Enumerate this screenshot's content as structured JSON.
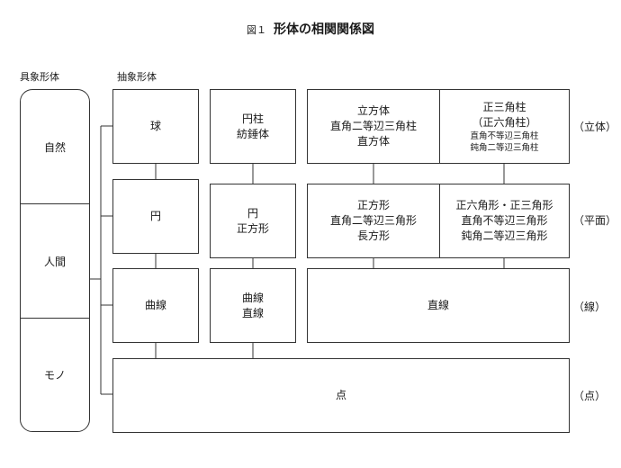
{
  "title": {
    "figure_no": "図１",
    "text": "形体の相関関係図"
  },
  "headers": {
    "concrete": "具象形体",
    "abstract": "抽象形体"
  },
  "concrete_column": [
    "自然",
    "人間",
    "モノ"
  ],
  "rows": {
    "solid": {
      "c1": [
        "球"
      ],
      "c2": [
        "円柱",
        "紡錘体"
      ],
      "c3": [
        "立方体",
        "直角二等辺三角柱",
        "直方体"
      ],
      "c4_main": [
        "正三角柱",
        "（正六角柱）"
      ],
      "c4_small": [
        "直角不等辺三角柱",
        "鈍角二等辺三角柱"
      ],
      "label": "（立体）"
    },
    "plane": {
      "c1": [
        "円"
      ],
      "c2": [
        "円",
        "正方形"
      ],
      "c3": [
        "正方形",
        "直角二等辺三角形",
        "長方形"
      ],
      "c4": [
        "正六角形・正三角形",
        "直角不等辺三角形",
        "鈍角二等辺三角形"
      ],
      "label": "（平面）"
    },
    "line": {
      "c1": [
        "曲線"
      ],
      "c2": [
        "曲線",
        "直線"
      ],
      "c3": [
        "直線"
      ],
      "label": "（線）"
    },
    "point": {
      "c1": [
        "点"
      ],
      "label": "（点）"
    }
  }
}
